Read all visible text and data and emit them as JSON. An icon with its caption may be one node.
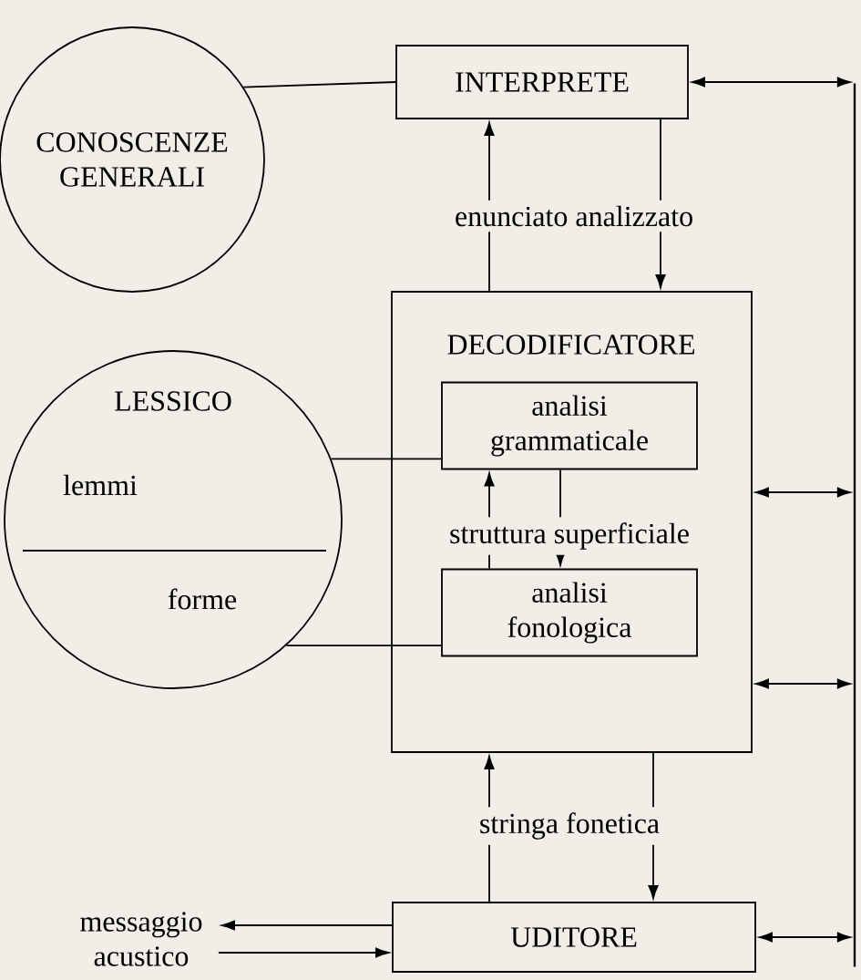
{
  "diagram": {
    "nodes": [
      {
        "text": [
          "CONOSCENZE GENERALI"
        ]
      },
      {
        "text": [
          "INTERPRETE"
        ]
      },
      {
        "text": [
          "LESSICO",
          "lemmi",
          "forme"
        ]
      },
      {
        "text": [
          "DECODIFICATORE"
        ]
      },
      {
        "text": [
          "analisi grammaticale"
        ],
        "in": 3
      },
      {
        "text": [
          "analisi fonologica"
        ],
        "in": 3
      },
      {
        "text": [
          "UDITORE"
        ]
      },
      {
        "text": [
          "messaggio acustico"
        ]
      },
      {
        "text": [],
        "shape": "bar"
      }
    ],
    "edges": [
      {
        "from": 0,
        "to": 1,
        "arrow": "none"
      },
      {
        "from": 3,
        "to": 1,
        "arrow": "to",
        "label": "enunciato analizzato"
      },
      {
        "from": 1,
        "to": 3,
        "arrow": "to"
      },
      {
        "from": 2,
        "to": 4,
        "arrow": "none"
      },
      {
        "from": 2,
        "to": 5,
        "arrow": "none"
      },
      {
        "from": 4,
        "to": 5,
        "arrow": "to",
        "label": "struttura superficiale"
      },
      {
        "from": 5,
        "to": 4,
        "arrow": "to"
      },
      {
        "from": 6,
        "to": 3,
        "arrow": "to",
        "label": "stringa fonetica"
      },
      {
        "from": 3,
        "to": 6,
        "arrow": "to"
      },
      {
        "from": 6,
        "to": 7,
        "arrow": "to"
      },
      {
        "from": 7,
        "to": 6,
        "arrow": "to"
      },
      {
        "from": 1,
        "to": 8,
        "arrow": "both"
      },
      {
        "from": 3,
        "to": 8,
        "arrow": "both"
      },
      {
        "from": 3,
        "to": 8,
        "arrow": "both"
      },
      {
        "from": 6,
        "to": 8,
        "arrow": "both"
      }
    ]
  }
}
